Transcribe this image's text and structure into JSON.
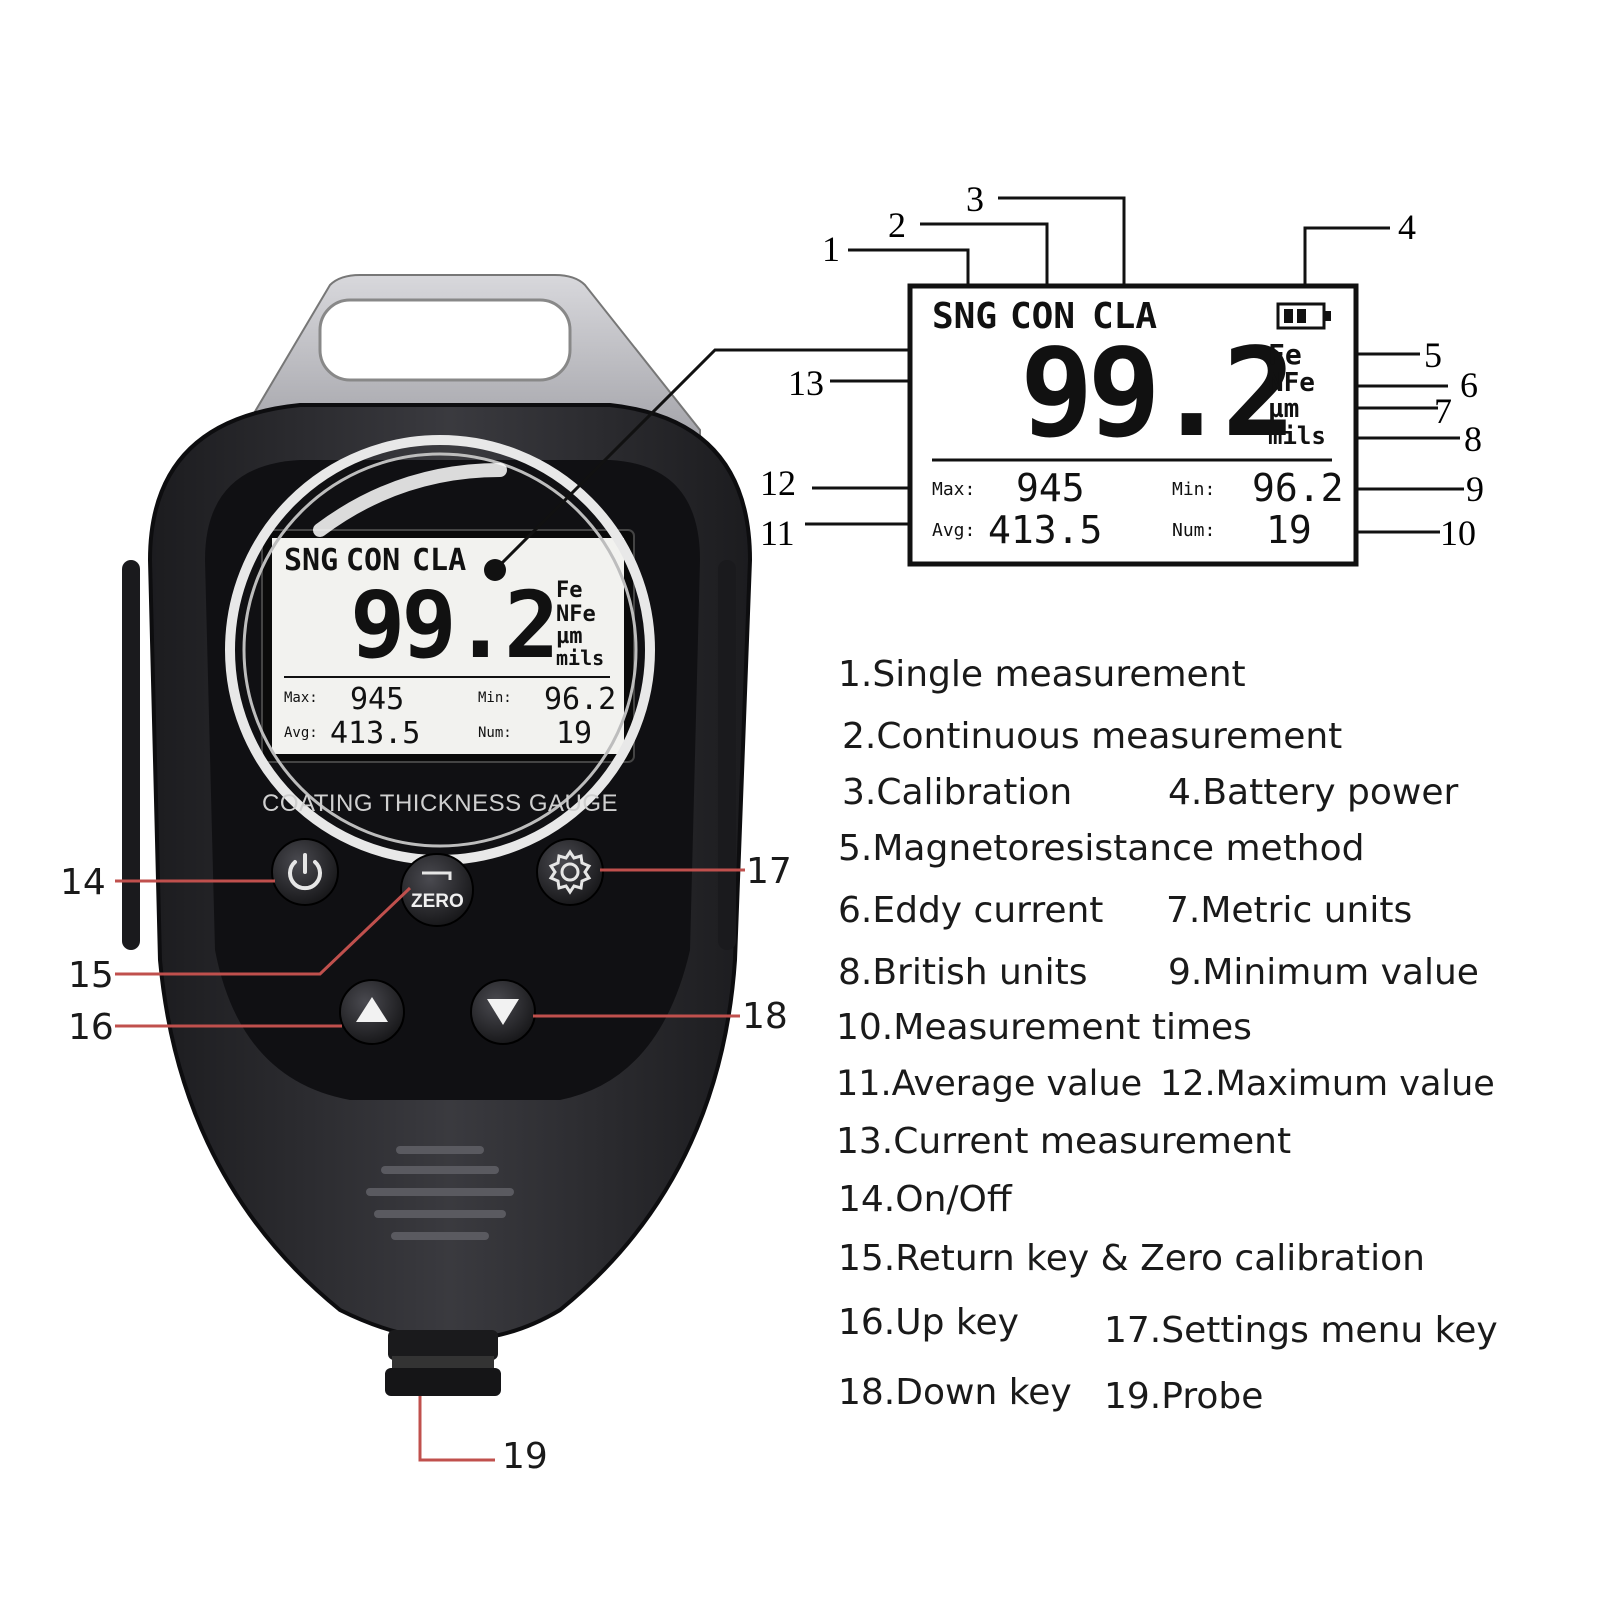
{
  "lcd": {
    "modes": [
      "SNG",
      "CON",
      "CLA"
    ],
    "reading": "99.2",
    "units": [
      "Fe",
      "NFe",
      "µm",
      "mils"
    ],
    "max_label": "Max:",
    "max_value": "945",
    "min_label": "Min:",
    "min_value": "96.2",
    "avg_label": "Avg:",
    "avg_value": "413.5",
    "num_label": "Num:",
    "num_value": "19"
  },
  "device": {
    "caption": "COATING THICKNESS GAUGE",
    "zero_label": "ZERO"
  },
  "callouts_lcd": [
    "1",
    "2",
    "3",
    "4",
    "5",
    "6",
    "7",
    "8",
    "9",
    "10",
    "11",
    "12",
    "13"
  ],
  "callouts_device": [
    "14",
    "15",
    "16",
    "17",
    "18",
    "19"
  ],
  "legend": [
    "1.Single measurement",
    "2.Continuous measurement",
    "3.Calibration",
    "4.Battery power",
    "5.Magnetoresistance method",
    "6.Eddy current",
    "7.Metric units",
    "8.British units",
    "9.Minimum value",
    "10.Measurement times",
    "11.Average value",
    "12.Maximum value",
    "13.Current measurement",
    "14.On/Off",
    "15.Return key & Zero calibration",
    "16.Up key",
    "17.Settings menu key",
    "18.Down key",
    "19.Probe"
  ],
  "colors": {
    "body": "#2b2b2f",
    "bezel": "#111114",
    "lcd_bg": "#f4f4f2",
    "leader_red": "#c0504d",
    "ink": "#111111"
  }
}
